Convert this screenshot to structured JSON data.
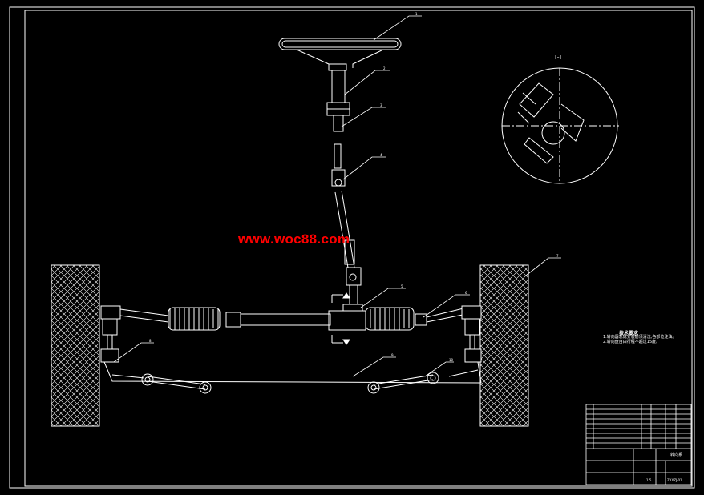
{
  "watermark": "www.woc88.com",
  "section_label": "I-I",
  "tech_requirements": {
    "title": "技术要求",
    "lines": [
      "1.转向器总成安装前须清洗,各部位注油。",
      "2.转向盘自由行程不超过15度。"
    ]
  },
  "balloons": [
    "1",
    "2",
    "3",
    "4",
    "5",
    "6",
    "7",
    "8",
    "9",
    "10"
  ],
  "title_block": {
    "drawing_title": "转向系",
    "drawing_number": "ZXXZJ-01",
    "scale": "1:5"
  },
  "colors": {
    "background": "#000000",
    "line": "#ffffff",
    "watermark": "#ff0000"
  }
}
